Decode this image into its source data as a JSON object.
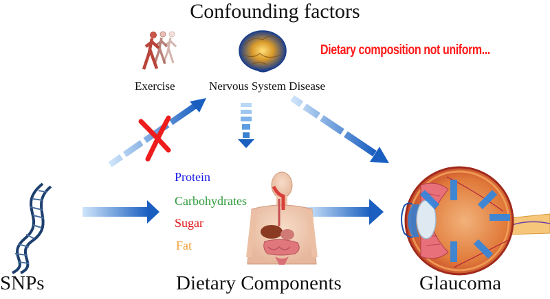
{
  "title": "Confounding factors",
  "confounders": {
    "exercise_label": "Exercise",
    "nervous_label": "Nervous System Disease",
    "note": "Dietary composition not uniform..."
  },
  "dietary_components": [
    "Protein",
    "Carbohydrates",
    "Sugar",
    "Fat"
  ],
  "nodes": {
    "snps": "SNPs",
    "dietary": "Dietary Components",
    "glaucoma": "Glaucoma"
  },
  "icons": [
    "runners-icon",
    "brain-icon",
    "dna-icon",
    "human-body-icon",
    "eye-icon",
    "red-cross-icon"
  ],
  "colors": {
    "arrow": "#1155b8",
    "arrow_light": "#9cc8f0",
    "note": "#ff1a1a",
    "protein": "#1a1ae6",
    "carbohydrates": "#2e9a3a",
    "sugar": "#e01414",
    "fat": "#f2a23a"
  }
}
